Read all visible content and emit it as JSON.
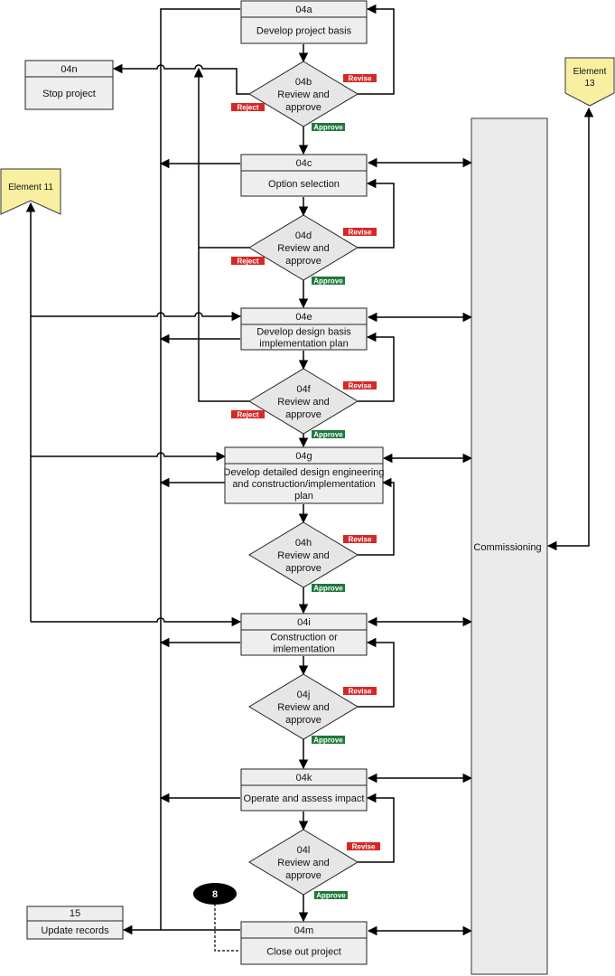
{
  "boxes": {
    "b04a": {
      "code": "04a",
      "lines": [
        "Develop project basis"
      ]
    },
    "b04n": {
      "code": "04n",
      "lines": [
        "Stop project"
      ]
    },
    "b04c": {
      "code": "04c",
      "lines": [
        "Option selection"
      ]
    },
    "b04e": {
      "code": "04e",
      "lines": [
        "Develop design basis",
        "implementation plan"
      ]
    },
    "b04g": {
      "code": "04g",
      "lines": [
        "Develop detailed design engineering",
        "and construction/implementation",
        "plan"
      ]
    },
    "b04i": {
      "code": "04i",
      "lines": [
        "Construction or",
        "imlementation"
      ]
    },
    "b04k": {
      "code": "04k",
      "lines": [
        "Operate and assess impact"
      ]
    },
    "b04m": {
      "code": "04m",
      "lines": [
        "Close out project"
      ]
    },
    "b15": {
      "code": "15",
      "lines": [
        "Update records"
      ]
    }
  },
  "decisions": {
    "d04b": {
      "code": "04b",
      "lines": [
        "Review and",
        "approve"
      ]
    },
    "d04d": {
      "code": "04d",
      "lines": [
        "Review and",
        "approve"
      ]
    },
    "d04f": {
      "code": "04f",
      "lines": [
        "Review and",
        "approve"
      ]
    },
    "d04h": {
      "code": "04h",
      "lines": [
        "Review and",
        "approve"
      ]
    },
    "d04j": {
      "code": "04j",
      "lines": [
        "Review and",
        "approve"
      ]
    },
    "d04l": {
      "code": "04l",
      "lines": [
        "Review and",
        "approve"
      ]
    }
  },
  "tags": {
    "revise": "Revise",
    "reject": "Reject",
    "approve": "Approve"
  },
  "commissioning": "Commissioning",
  "elements": {
    "e11": "Element 11",
    "e13_line1": "Element",
    "e13_line2": "13"
  },
  "connector": "8",
  "colors": {
    "revise": "#d62828",
    "reject": "#d62828",
    "approve": "#1e7a3a",
    "box_fill": "#eeeeee",
    "flag_fill": "#f8f0a0"
  }
}
